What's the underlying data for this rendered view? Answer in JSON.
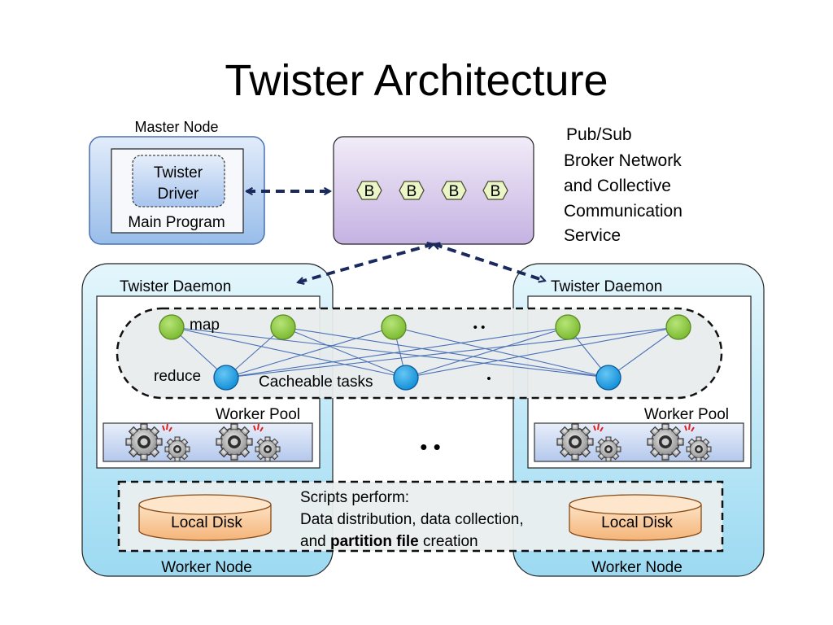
{
  "title": "Twister Architecture",
  "master": {
    "label": "Master Node",
    "driver_line1": "Twister",
    "driver_line2": "Driver",
    "main_program": "Main Program"
  },
  "broker": {
    "nodes": [
      "B",
      "B",
      "B",
      "B"
    ],
    "desc": [
      "Pub/Sub",
      "Broker Network",
      "and Collective",
      "Communication",
      "Service"
    ]
  },
  "daemon_left": {
    "label": "Twister Daemon",
    "pool": "Worker Pool",
    "node": "Worker Node"
  },
  "daemon_right": {
    "label": "Twister Daemon",
    "pool": "Worker Pool",
    "node": "Worker Node"
  },
  "tasks": {
    "map": "map",
    "reduce": "reduce",
    "cacheable": "Cacheable tasks",
    "dots_top": "• •",
    "dot_bottom": "•"
  },
  "middle_dots": "• •",
  "storage": {
    "disk_left": "Local Disk",
    "disk_right": "Local Disk",
    "script_line1": "Scripts perform:",
    "script_line2": "Data distribution, data collection,",
    "script_line3_pre": "and ",
    "script_line3_bold": "partition file",
    "script_line3_post": " creation"
  },
  "colors": {
    "map_node": "#8cc83c",
    "reduce_node": "#1ea0e6",
    "arrow": "#1a2a5c",
    "node_panel": "#bfe8f8",
    "master_panel": "#b8d2f2",
    "broker_panel": "#d8c8ec",
    "hex_fill": "#eaf6c8"
  }
}
